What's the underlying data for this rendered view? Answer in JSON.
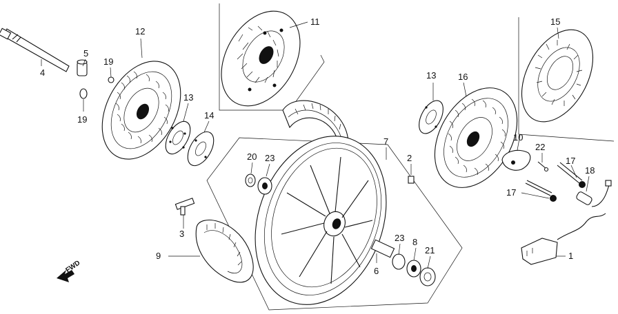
{
  "callouts": [
    {
      "id": "c1",
      "text": "1"
    },
    {
      "id": "c2",
      "text": "2"
    },
    {
      "id": "c3",
      "text": "3"
    },
    {
      "id": "c4",
      "text": "4"
    },
    {
      "id": "c5",
      "text": "5"
    },
    {
      "id": "c6",
      "text": "6"
    },
    {
      "id": "c7",
      "text": "7"
    },
    {
      "id": "c8",
      "text": "8"
    },
    {
      "id": "c9",
      "text": "9"
    },
    {
      "id": "c10",
      "text": "10"
    },
    {
      "id": "c11",
      "text": "11"
    },
    {
      "id": "c12",
      "text": "12"
    },
    {
      "id": "c13a",
      "text": "13"
    },
    {
      "id": "c13b",
      "text": "13"
    },
    {
      "id": "c14",
      "text": "14"
    },
    {
      "id": "c15",
      "text": "15"
    },
    {
      "id": "c16",
      "text": "16"
    },
    {
      "id": "c17a",
      "text": "17"
    },
    {
      "id": "c17b",
      "text": "17"
    },
    {
      "id": "c18",
      "text": "18"
    },
    {
      "id": "c19a",
      "text": "19"
    },
    {
      "id": "c19b",
      "text": "19"
    },
    {
      "id": "c20",
      "text": "20"
    },
    {
      "id": "c21",
      "text": "21"
    },
    {
      "id": "c22",
      "text": "22"
    },
    {
      "id": "c23a",
      "text": "23"
    },
    {
      "id": "c23b",
      "text": "23"
    }
  ],
  "direction_marker": {
    "text": "FWD"
  }
}
